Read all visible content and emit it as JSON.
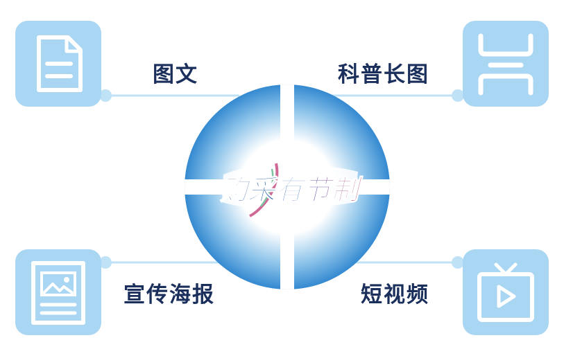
{
  "center_logo": {
    "text": "购采有节制"
  },
  "items": {
    "top_left": {
      "label": "图文",
      "icon": "document-icon"
    },
    "top_right": {
      "label": "科普长图",
      "icon": "long-image-icon"
    },
    "bottom_left": {
      "label": "宣传海报",
      "icon": "poster-icon"
    },
    "bottom_right": {
      "label": "短视频",
      "icon": "tv-video-icon"
    }
  },
  "colors": {
    "tile": "#a9d6f3",
    "icon_stroke": "#ffffff",
    "connector": "#bfe2f7",
    "label": "#1b2f5c",
    "hub_outer": "#2f86cf",
    "hub_inner": "#ffffff",
    "logo_blue": "#1f4f99",
    "logo_pink": "#c2447a"
  }
}
